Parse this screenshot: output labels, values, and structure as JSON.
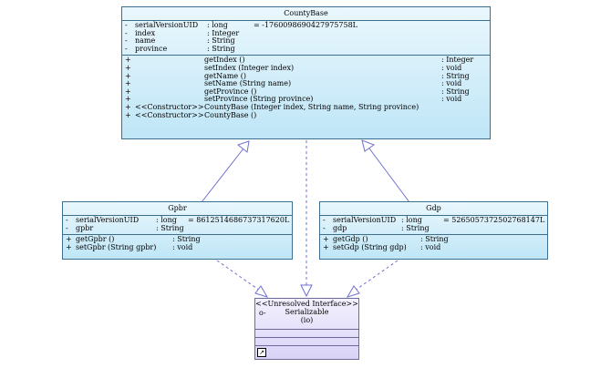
{
  "countybase": {
    "title": "CountyBase",
    "attributes": [
      {
        "vis": "-",
        "name": "serialVersionUID",
        "type": ": long",
        "value": "= -1760098690427975758L"
      },
      {
        "vis": "-",
        "name": "index",
        "type": ": Integer",
        "value": ""
      },
      {
        "vis": "-",
        "name": "name",
        "type": ": String",
        "value": ""
      },
      {
        "vis": "-",
        "name": "province",
        "type": ": String",
        "value": ""
      }
    ],
    "methods": [
      {
        "vis": "+",
        "stereo": "",
        "sig": "getIndex ()",
        "ret": ": Integer"
      },
      {
        "vis": "+",
        "stereo": "",
        "sig": "setIndex (Integer index)",
        "ret": ": void"
      },
      {
        "vis": "+",
        "stereo": "",
        "sig": "getName ()",
        "ret": ": String"
      },
      {
        "vis": "+",
        "stereo": "",
        "sig": "setName (String name)",
        "ret": ": void"
      },
      {
        "vis": "+",
        "stereo": "",
        "sig": "getProvince ()",
        "ret": ": String"
      },
      {
        "vis": "+",
        "stereo": "",
        "sig": "setProvince (String province)",
        "ret": ": void"
      },
      {
        "vis": "+",
        "stereo": "<<Constructor>>",
        "sig": "CountyBase (Integer index, String name, String province)",
        "ret": ""
      },
      {
        "vis": "+",
        "stereo": "<<Constructor>>",
        "sig": "CountyBase ()",
        "ret": ""
      }
    ]
  },
  "gpbr": {
    "title": "Gpbr",
    "attributes": [
      {
        "vis": "-",
        "name": "serialVersionUID",
        "type": ": long",
        "value": "= 8612514686737317620L"
      },
      {
        "vis": "-",
        "name": "gpbr",
        "type": ": String",
        "value": ""
      }
    ],
    "methods": [
      {
        "vis": "+",
        "sig": "getGpbr ()",
        "ret": ": String"
      },
      {
        "vis": "+",
        "sig": "setGpbr (String gpbr)",
        "ret": ": void"
      }
    ]
  },
  "gdp": {
    "title": "Gdp",
    "attributes": [
      {
        "vis": "-",
        "name": "serialVersionUID",
        "type": ": long",
        "value": "= 5265057372502768147L"
      },
      {
        "vis": "-",
        "name": "gdp",
        "type": ": String",
        "value": ""
      }
    ],
    "methods": [
      {
        "vis": "+",
        "sig": "getGdp ()",
        "ret": ": String"
      },
      {
        "vis": "+",
        "sig": "setGdp (String gdp)",
        "ret": ": void"
      }
    ]
  },
  "serializable": {
    "stereotype": "<<Unresolved Interface>>",
    "lollipop": "o-",
    "name": "Serializable",
    "package": "(io)",
    "corner_icon": "↗"
  }
}
